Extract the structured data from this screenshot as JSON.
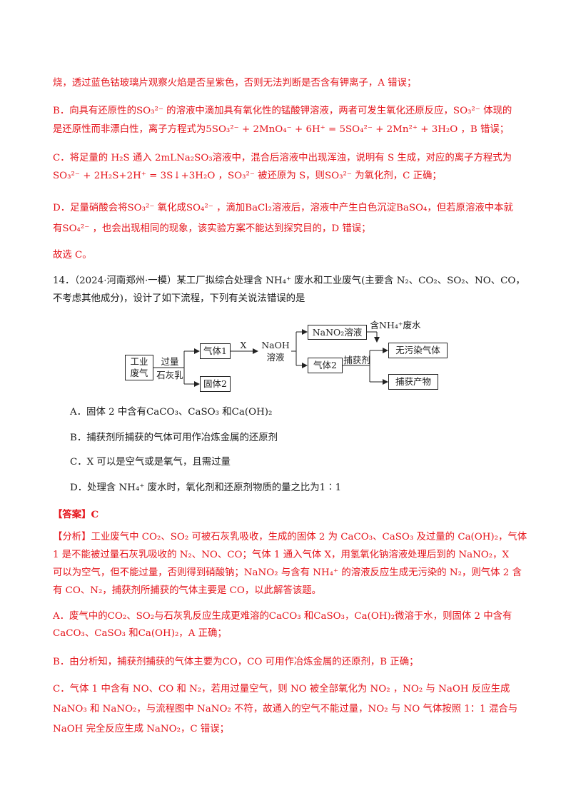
{
  "lines": [
    "烧，透过蓝色钴玻璃片观察火焰是否呈紫色，否则无法判断是否含有钾离子，A 错误；",
    "B．向具有还原性的SO₃²⁻ 的溶液中滴加具有氧化性的锰酸钾溶液，两者可发生氧化还原反应，SO₃²⁻ 体现的",
    "是还原性而非漂白性，离子方程式为5SO₃²⁻ + 2MnO₄⁻ + 6H⁺ = 5SO₄²⁻ + 2Mn²⁺ + 3H₂O ，B 错误；",
    "C．将足量的 H₂S 通入 2mLNa₂SO₃溶液中，混合后溶液中出现浑浊，说明有 S 生成，对应的离子方程式为",
    "SO₃²⁻ + 2H₂S+2H⁺ = 3S↓+3H₂O ，SO₃²⁻ 被还原为 S，则SO₃²⁻ 为氧化剂，C 正确；",
    "D．足量硝酸会将SO₃²⁻ 氧化成SO₄²⁻ ，滴加BaCl₂溶液后，溶液中产生白色沉淀BaSO₄，但若原溶液中本就",
    "有SO₄²⁻ ，也会出现相同的现象，该实验方案不能达到探究目的，D 错误；",
    "故选 C。",
    "14．（2024·河南郑州·一模）某工厂拟综合处理含 NH₄⁺ 废水和工业废气(主要含 N₂、CO₂、SO₂、NO、CO，",
    "不考虑其他成分)，设计了如下流程，下列有关说法错误的是",
    "A．固体 2 中含有CaCO₃、CaSO₃ 和Ca(OH)₂",
    "B．捕获剂所捕获的气体可用作冶炼金属的还原剂",
    "C．X 可以是空气或是氧气，且需过量",
    "D．处理含 NH₄⁺ 废水时，氧化剂和还原剂物质的量之比为1∶1",
    "【答案】C",
    "【分析】工业废气中 CO₂、SO₂ 可被石灰乳吸收，生成的固体 2 为 CaCO₃、CaSO₃ 及过量的 Ca(OH)₂，气体",
    "1 是不能被过量石灰乳吸收的 N₂、NO、CO；气体 1 通入气体 X，用氢氧化钠溶液处理后到的 NaNO₂，X",
    "可以为空气，但不能过量，否则得到硝酸钠；NaNO₂ 与含有 NH₄⁺ 的溶液反应生成无污染的 N₂，则气体 2 含",
    "有 CO、N₂，捕获剂所捕获的气体主要是 CO，以此解答该题。",
    "A．废气中的CO₂、SO₂与石灰乳反应生成更难溶的CaCO₃ 和CaSO₃，Ca(OH)₂微溶于水，则固体 2 中含有",
    "CaCO₃、CaSO₃ 和Ca(OH)₂，A 正确；",
    "B．由分析知，捕获剂捕获的气体主要为CO，CO 可用作冶炼金属的还原剂，B 正确；",
    "C．气体 1 中含有 NO、CO 和 N₂，若用过量空气，则 NO 被全部氧化为 NO₂ ，NO₂ 与 NaOH 反应生成",
    "NaNO₃ 和 NaNO₂，与流程图中 NaNO₂ 不符，故通入的空气不能过量，NO₂ 与 NO 气体按照 1：1 混合与",
    "NaOH 完全反应生成 NaNO₂，C 错误；"
  ],
  "flow": {
    "waste_gas": "工业废气",
    "reagent_top": "过量",
    "reagent_bottom": "石灰乳",
    "gas1": "气体1",
    "solid2": "固体2",
    "x_label": "X",
    "naoh_top": "NaOH",
    "naoh_bottom": "溶液",
    "nano2": "NaNO₂溶液",
    "nh4_waste": "含NH₄⁺废水",
    "gas2": "气体2",
    "capture_agent": "捕获剂",
    "clean_gas": "无污染气体",
    "capture_product": "捕获产物"
  }
}
